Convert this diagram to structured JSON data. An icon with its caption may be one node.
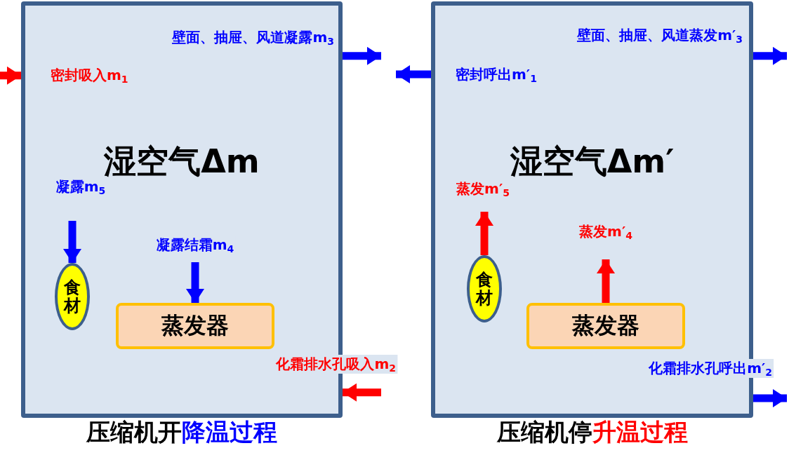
{
  "diagram": {
    "nodes": [
      {
        "text": [
          "湿空气Δm"
        ],
        "beside": [
          "压缩机开",
          "降温过程"
        ]
      },
      {
        "text": [
          "食材"
        ],
        "in": 0
      },
      {
        "text": [
          "蒸发器"
        ],
        "in": 0
      },
      {
        "text": [
          "湿空气Δm′"
        ],
        "beside": [
          "压缩机停",
          "升温过程"
        ]
      },
      {
        "text": [
          "食材"
        ],
        "in": 3
      },
      {
        "text": [
          "蒸发器"
        ],
        "in": 3
      }
    ],
    "edges": [
      {
        "from": null,
        "to": 0,
        "arrow": "to",
        "label": "密封吸入m$_{1}$",
        "color": "#ff0000"
      },
      {
        "from": 0,
        "to": null,
        "arrow": "to",
        "label": "壁面、抽屉、风道凝露m$_{3}$"
      },
      {
        "from": null,
        "to": 1,
        "arrow": "to",
        "label": "凝露m$_{5}$"
      },
      {
        "from": null,
        "to": 2,
        "arrow": "to",
        "label": "凝露结霜m$_{4}$"
      },
      {
        "from": null,
        "to": 0,
        "arrow": "to",
        "label": "化霜排水孔吸入m$_{2}$",
        "color": "#ff0000"
      },
      {
        "from": 3,
        "to": null,
        "arrow": "to",
        "label": "密封呼出m′$_{1}$"
      },
      {
        "from": 3,
        "to": null,
        "arrow": "to",
        "label": "壁面、抽屉、风道蒸发m′$_{3}$"
      },
      {
        "from": 4,
        "to": null,
        "arrow": "to",
        "label": "蒸发m′$_{5}$",
        "color": "#ff0000"
      },
      {
        "from": 5,
        "to": null,
        "arrow": "to",
        "label": "蒸发m′$_{4}$",
        "color": "#ff0000"
      },
      {
        "from": 3,
        "to": null,
        "arrow": "to",
        "label": "化霜排水孔呼出m′$_{2}$"
      }
    ]
  }
}
